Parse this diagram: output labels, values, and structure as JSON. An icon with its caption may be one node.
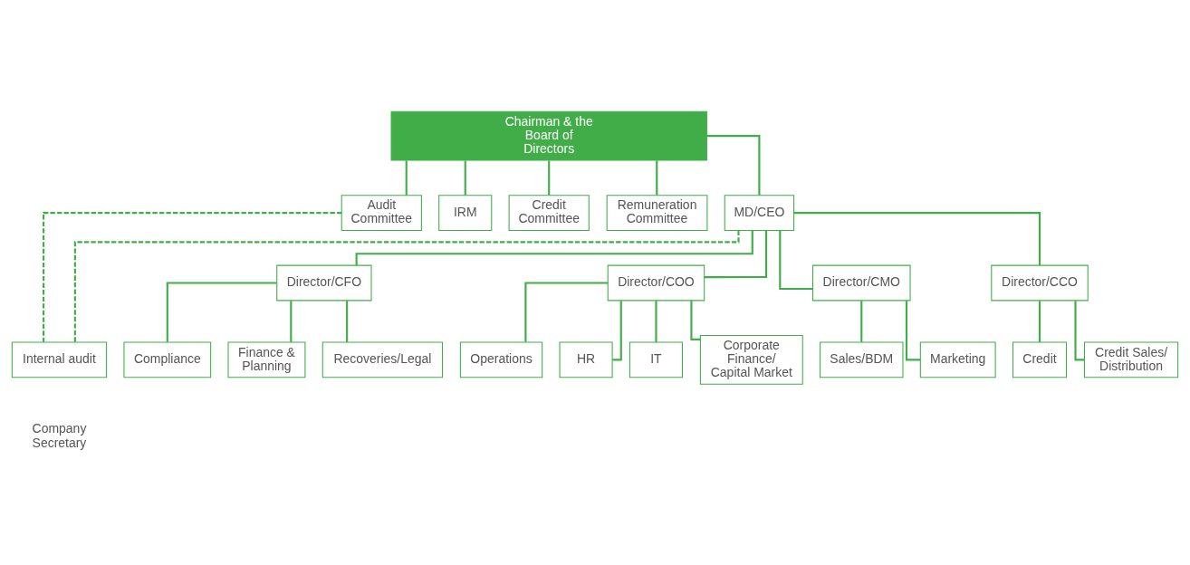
{
  "diagram": {
    "nodes": [
      {
        "text": [
          "Chairman & the Board of Directors"
        ]
      },
      {
        "text": [
          "Audit Committee"
        ]
      },
      {
        "text": [
          "IRM"
        ]
      },
      {
        "text": [
          "Credit Committee"
        ]
      },
      {
        "text": [
          "Remuneration Committee"
        ]
      },
      {
        "text": [
          "MD/CEO"
        ]
      },
      {
        "text": [
          "Director/CFO"
        ]
      },
      {
        "text": [
          "Director/COO"
        ]
      },
      {
        "text": [
          "Director/CMO"
        ]
      },
      {
        "text": [
          "Director/CCO"
        ]
      },
      {
        "text": [
          "Internal audit"
        ]
      },
      {
        "text": [
          "Compliance"
        ]
      },
      {
        "text": [
          "Finance & Planning"
        ]
      },
      {
        "text": [
          "Recoveries/Legal"
        ]
      },
      {
        "text": [
          "Operations"
        ]
      },
      {
        "text": [
          "HR"
        ]
      },
      {
        "text": [
          "IT"
        ]
      },
      {
        "text": [
          "Corporate Finance/ Capital Market"
        ]
      },
      {
        "text": [
          "Sales/BDM"
        ]
      },
      {
        "text": [
          "Marketing"
        ]
      },
      {
        "text": [
          "Credit"
        ]
      },
      {
        "text": [
          "Credit Sales/ Distribution"
        ]
      }
    ],
    "edges": [
      {
        "from": 0,
        "to": 1,
        "arrow": "none"
      },
      {
        "from": 0,
        "to": 2,
        "arrow": "none"
      },
      {
        "from": 0,
        "to": 3,
        "arrow": "none"
      },
      {
        "from": 0,
        "to": 4,
        "arrow": "none"
      },
      {
        "from": 0,
        "to": 5,
        "arrow": "none"
      },
      {
        "from": 5,
        "to": 6,
        "arrow": "none"
      },
      {
        "from": 5,
        "to": 7,
        "arrow": "none"
      },
      {
        "from": 5,
        "to": 8,
        "arrow": "none"
      },
      {
        "from": 5,
        "to": 9,
        "arrow": "none"
      },
      {
        "from": 6,
        "to": 11,
        "arrow": "none"
      },
      {
        "from": 6,
        "to": 12,
        "arrow": "none"
      },
      {
        "from": 6,
        "to": 13,
        "arrow": "none"
      },
      {
        "from": 7,
        "to": 14,
        "arrow": "none"
      },
      {
        "from": 7,
        "to": 15,
        "arrow": "none"
      },
      {
        "from": 7,
        "to": 16,
        "arrow": "none"
      },
      {
        "from": 7,
        "to": 17,
        "arrow": "none"
      },
      {
        "from": 8,
        "to": 18,
        "arrow": "none"
      },
      {
        "from": 8,
        "to": 19,
        "arrow": "none"
      },
      {
        "from": 9,
        "to": 20,
        "arrow": "none"
      },
      {
        "from": 9,
        "to": 21,
        "arrow": "none"
      },
      {
        "from": 1,
        "to": 10,
        "arrow": "none",
        "style": "dashed"
      },
      {
        "from": 5,
        "to": 10,
        "arrow": "none",
        "style": "dashed"
      }
    ],
    "labels": [
      "Company Secretary"
    ]
  }
}
